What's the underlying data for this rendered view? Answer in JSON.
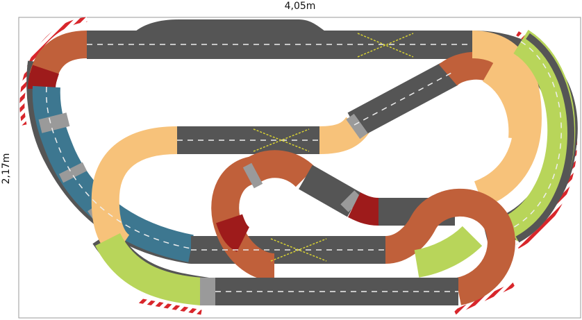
{
  "dimensions": {
    "width_label": "4,05m",
    "height_label": "2,17m"
  },
  "colors": {
    "asphalt": "#555555",
    "asphalt_edge": "#3a3a3a",
    "lane_marking": "#eeeeee",
    "curve_orange": "#f7c27a",
    "curve_brown": "#c0603a",
    "curve_red": "#9e1b1b",
    "curve_blue": "#3d7790",
    "curve_green": "#b8d55a",
    "connector_gray": "#9a9a9a",
    "crossing_yellow": "#d8d233",
    "barrier_red": "#d8262b",
    "barrier_white": "#ffffff",
    "frame": "#999999"
  },
  "layout_info": {
    "title": "",
    "legend": "none"
  }
}
